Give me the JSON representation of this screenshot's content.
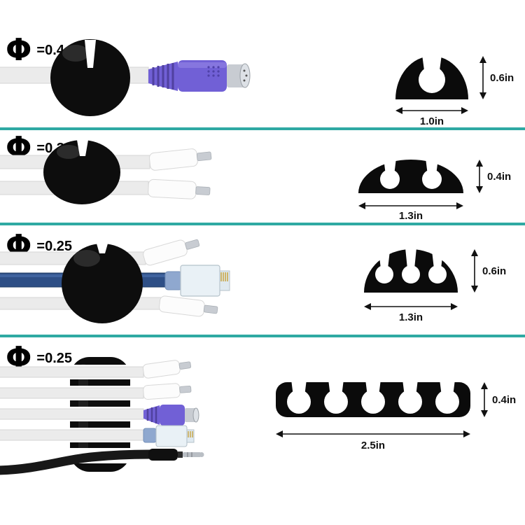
{
  "colors": {
    "background": "#ffffff",
    "divider_teal": "#2fa9a3",
    "clip_black": "#0d0d0d",
    "cable_white": "#ebebeb",
    "cable_blue": "#2e4f86",
    "cable_black": "#181818",
    "connector_purple": "#7160d6",
    "metal_silver": "#c8ccd2",
    "pin_gold": "#c7a23e"
  },
  "rows": [
    {
      "phi_symbol": "Φ",
      "phi_value": "=0.4",
      "slot_count": 1,
      "height_label": "0.6in",
      "width_label": "1.0in"
    },
    {
      "phi_symbol": "Φ",
      "phi_value": "=0.3",
      "slot_count": 2,
      "height_label": "0.4in",
      "width_label": "1.3in"
    },
    {
      "phi_symbol": "Φ",
      "phi_value": "=0.25",
      "slot_count": 3,
      "height_label": "0.6in",
      "width_label": "1.3in"
    },
    {
      "phi_symbol": "Φ",
      "phi_value": "=0.25",
      "slot_count": 5,
      "height_label": "0.4in",
      "width_label": "2.5in"
    }
  ]
}
